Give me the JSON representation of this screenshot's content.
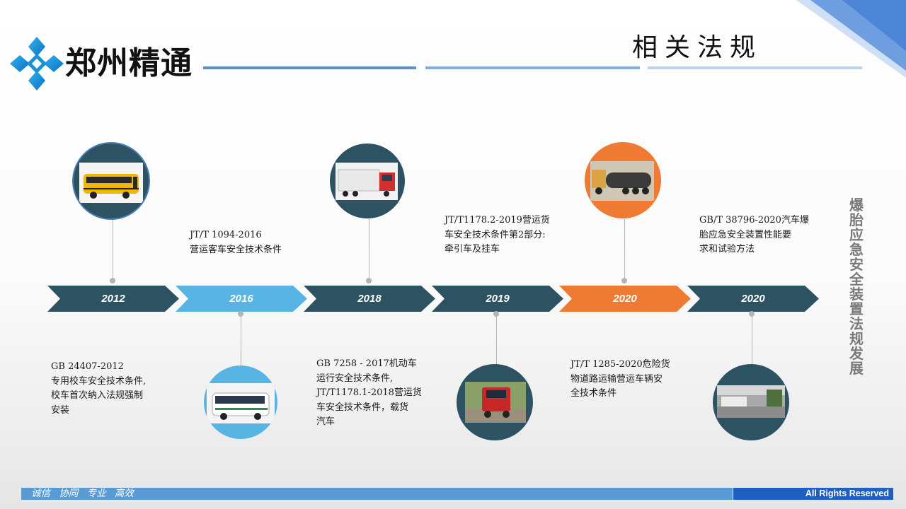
{
  "brand": {
    "name": "郑州精通",
    "color": "#1791d8"
  },
  "header": {
    "title": "相关法规"
  },
  "side_title": "爆胎应急安全装置法规发展",
  "timeline": {
    "years": [
      "2012",
      "2016",
      "2018",
      "2019",
      "2020",
      "2020"
    ],
    "colors": [
      "#2d5363",
      "#58b4e2",
      "#2d5363",
      "#2d5363",
      "#ee7a34",
      "#2d5363"
    ],
    "notes": {
      "n2012": "GB 24407-2012\n专用校车安全技术条件,\n校车首次纳入法规强制\n安装",
      "n2016": "JT/T 1094-2016\n营运客车安全技术条件",
      "n2018": "GB 7258 - 2017机动车\n运行安全技术条件,\nJT/T1178.1-2018营运货\n车安全技术条件，载货\n汽车",
      "n2019": "JT/T1178.2-2019营运货\n车安全技术条件第2部分:\n牵引车及挂车",
      "n2020a": "JT/T 1285-2020危险货\n物道路运输营运车辆安\n全技术条件",
      "n2020b": "GB/T 38796-2020汽车爆\n胎应急安全装置性能要\n求和试验方法"
    },
    "photos": [
      "school-bus",
      "coach-bus",
      "box-truck",
      "tractor-truck",
      "tanker-truck",
      "test-site"
    ]
  },
  "footer": {
    "slogan": "诚信 协同 专业 高效",
    "rights": "All Rights Reserved"
  }
}
